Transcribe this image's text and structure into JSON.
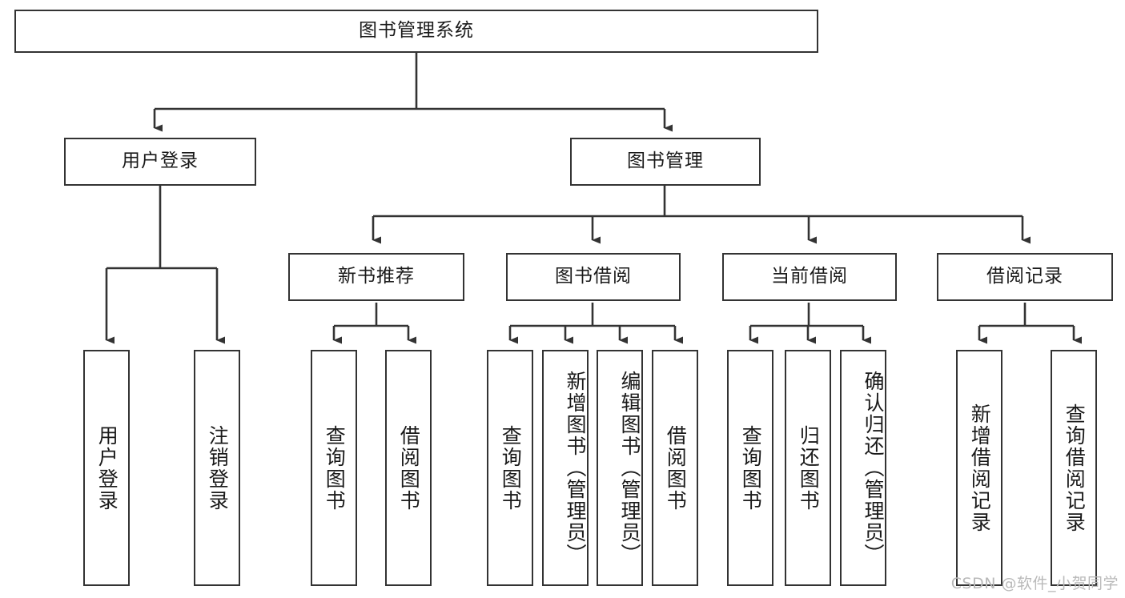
{
  "diagram": {
    "title": "图书管理系统",
    "type": "tree-hierarchy",
    "watermark": "CSDN @软件_小贺同学",
    "colors": {
      "stroke": "#333333",
      "box_fill": "#ffffff",
      "text": "#1a1a1a",
      "watermark": "#b9b9b9",
      "background": "#ffffff"
    },
    "nodes": {
      "root": {
        "label": "图书管理系统"
      },
      "level2": [
        {
          "label": "用户登录"
        },
        {
          "label": "图书管理"
        }
      ],
      "level3": [
        {
          "label": "新书推荐"
        },
        {
          "label": "图书借阅"
        },
        {
          "label": "当前借阅"
        },
        {
          "label": "借阅记录"
        }
      ],
      "leaves": {
        "user_login": [
          {
            "label": "用户登录"
          },
          {
            "label": "注销登录"
          }
        ],
        "new_book_recommend": [
          {
            "label": "查询图书"
          },
          {
            "label": "借阅图书"
          }
        ],
        "book_borrow": [
          {
            "label": "查询图书"
          },
          {
            "label": "新增图书（管理员）"
          },
          {
            "label": "编辑图书（管理员）"
          },
          {
            "label": "借阅图书"
          }
        ],
        "current_borrow": [
          {
            "label": "查询图书"
          },
          {
            "label": "归还图书"
          },
          {
            "label": "确认归还（管理员）"
          }
        ],
        "borrow_record": [
          {
            "label": "新增借阅记录"
          },
          {
            "label": "查询借阅记录"
          }
        ]
      }
    }
  }
}
